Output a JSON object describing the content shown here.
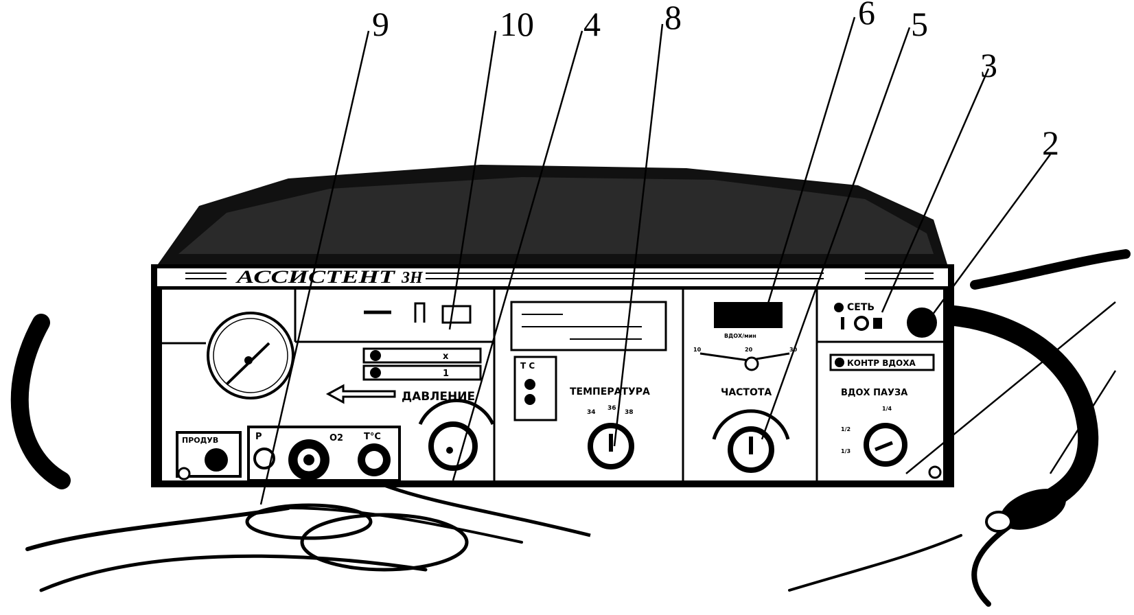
{
  "callouts": {
    "n9": "9",
    "n10": "10",
    "n4": "4",
    "n8": "8",
    "n6": "6",
    "n5": "5",
    "n3": "3",
    "n2": "2"
  },
  "device": {
    "brand": "АССИСТЕНТ",
    "model": "3Н",
    "labels": {
      "pressure": "ДАВЛЕНИЕ",
      "temperature": "ТЕМПЕРАТУРА",
      "frequency": "ЧАСТОТА",
      "power": "СЕТЬ",
      "inhale_control": "КОНТР ВДОХА",
      "inhale_pause": "ВДОХ ПАУЗА",
      "purge": "ПРОДУВ",
      "port_pair": "Р",
      "port_o2": "О2",
      "port_t": "Т°С",
      "inhale_min": "ВДОХ/мин",
      "temp_range_hdr": "Т С",
      "temp_scale": [
        "34",
        "36",
        "38"
      ],
      "freq_scale": [
        "10",
        "20",
        "30"
      ],
      "pause_scale": [
        "1/2",
        "1/3",
        "1/4"
      ],
      "row_x": "х",
      "row_1": "1"
    }
  },
  "colors": {
    "ink": "#000000",
    "paper": "#ffffff",
    "panel": "#f2f2f2",
    "shade": "#1a1a1a"
  }
}
